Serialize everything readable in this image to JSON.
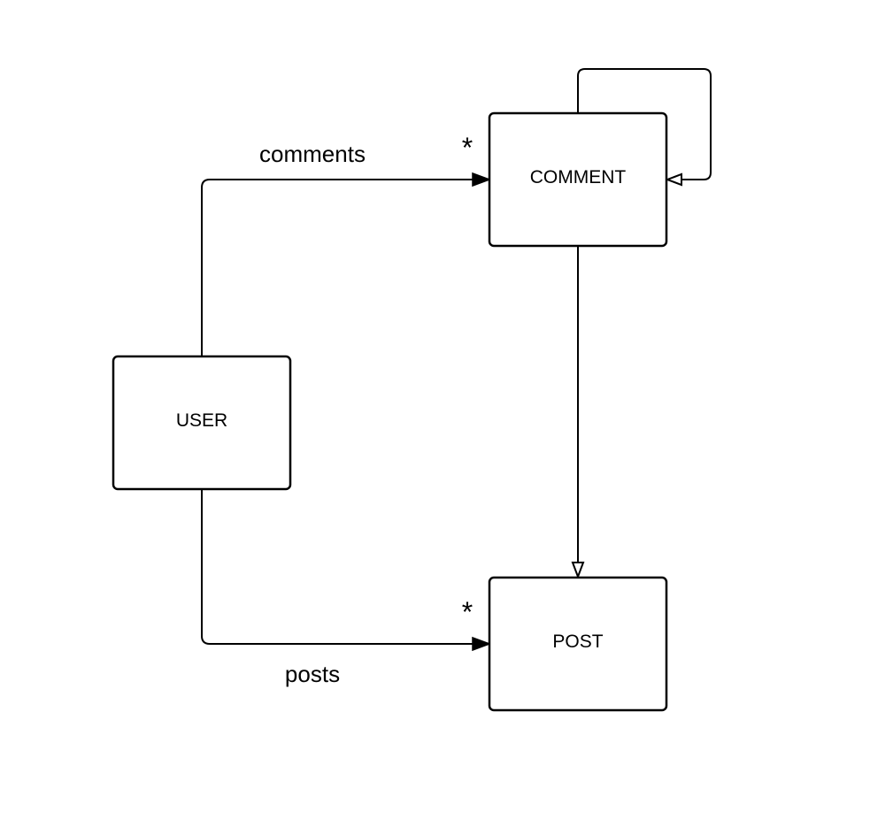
{
  "nodes": {
    "user": {
      "label": "USER"
    },
    "comment": {
      "label": "COMMENT"
    },
    "post": {
      "label": "POST"
    }
  },
  "edges": {
    "user_comments": {
      "label": "comments",
      "multiplicity": "*",
      "arrow": "filled"
    },
    "user_posts": {
      "label": "posts",
      "multiplicity": "*",
      "arrow": "filled"
    },
    "comment_post": {
      "arrow": "hollow"
    },
    "comment_self": {
      "arrow": "hollow"
    }
  }
}
